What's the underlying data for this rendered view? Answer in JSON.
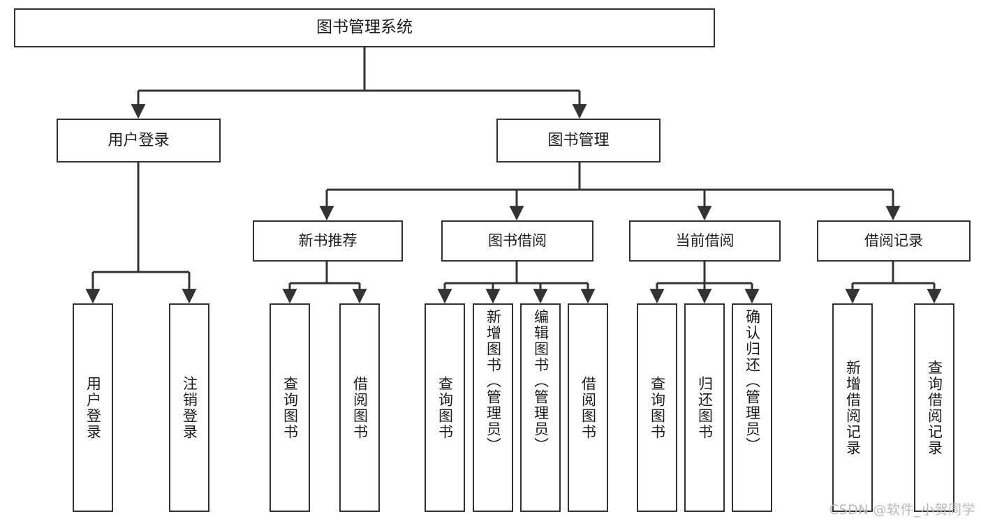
{
  "diagram": {
    "title": "图书管理系统",
    "watermark": "CSDN @软件_小贺同学",
    "colors": {
      "box_border": "#333333",
      "box_fill": "#ffffff",
      "connector": "#333333",
      "text": "#1a1a1a",
      "watermark": "#b9b9b9"
    },
    "levels": {
      "level1": {
        "label": "图书管理系统"
      },
      "level2": [
        {
          "label": "用户登录"
        },
        {
          "label": "图书管理"
        }
      ],
      "level3": [
        {
          "label": "新书推荐"
        },
        {
          "label": "图书借阅"
        },
        {
          "label": "当前借阅"
        },
        {
          "label": "借阅记录"
        }
      ],
      "level4": {
        "用户登录": [
          {
            "label": "用户登录"
          },
          {
            "label": "注销登录"
          }
        ],
        "新书推荐": [
          {
            "label": "查询图书"
          },
          {
            "label": "借阅图书"
          }
        ],
        "图书借阅": [
          {
            "label": "查询图书"
          },
          {
            "label": "新增图书（管理员）"
          },
          {
            "label": "编辑图书（管理员）"
          },
          {
            "label": "借阅图书"
          }
        ],
        "当前借阅": [
          {
            "label": "查询图书"
          },
          {
            "label": "归还图书"
          },
          {
            "label": "确认归还（管理员）"
          }
        ],
        "借阅记录": [
          {
            "label": "新增借阅记录"
          },
          {
            "label": "查询借阅记录"
          }
        ]
      }
    }
  }
}
